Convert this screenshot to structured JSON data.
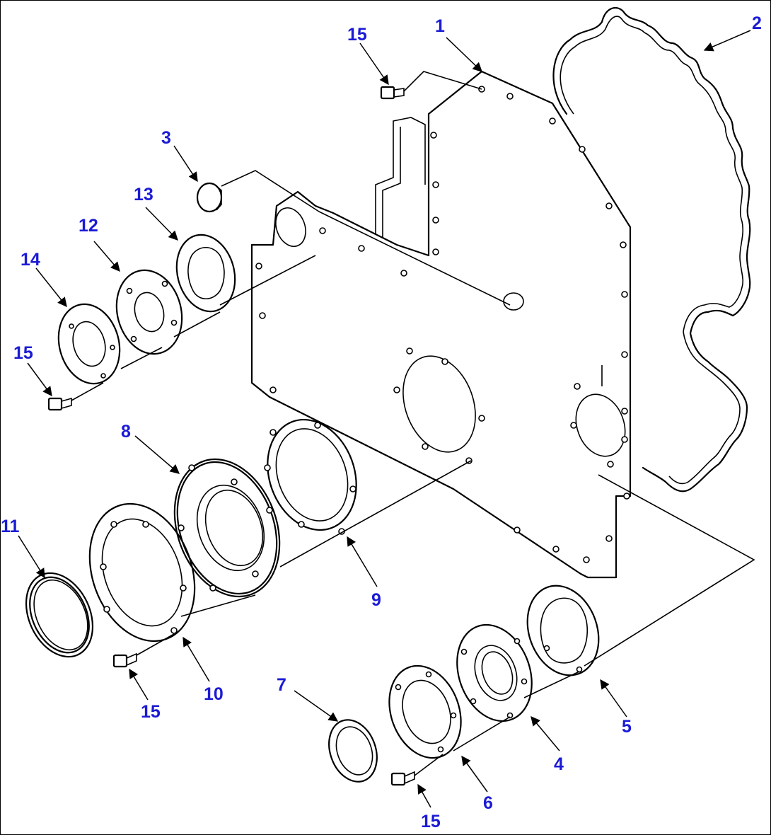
{
  "colors": {
    "callout": "#1b1bd6",
    "line": "#000000",
    "background": "#ffffff"
  },
  "callouts": {
    "c1": "1",
    "c2": "2",
    "c3": "3",
    "c4": "4",
    "c5": "5",
    "c6": "6",
    "c7": "7",
    "c8": "8",
    "c9": "9",
    "c10": "10",
    "c11": "11",
    "c12": "12",
    "c13": "13",
    "c14": "14",
    "c15a": "15",
    "c15b": "15",
    "c15c": "15",
    "c15d": "15"
  }
}
